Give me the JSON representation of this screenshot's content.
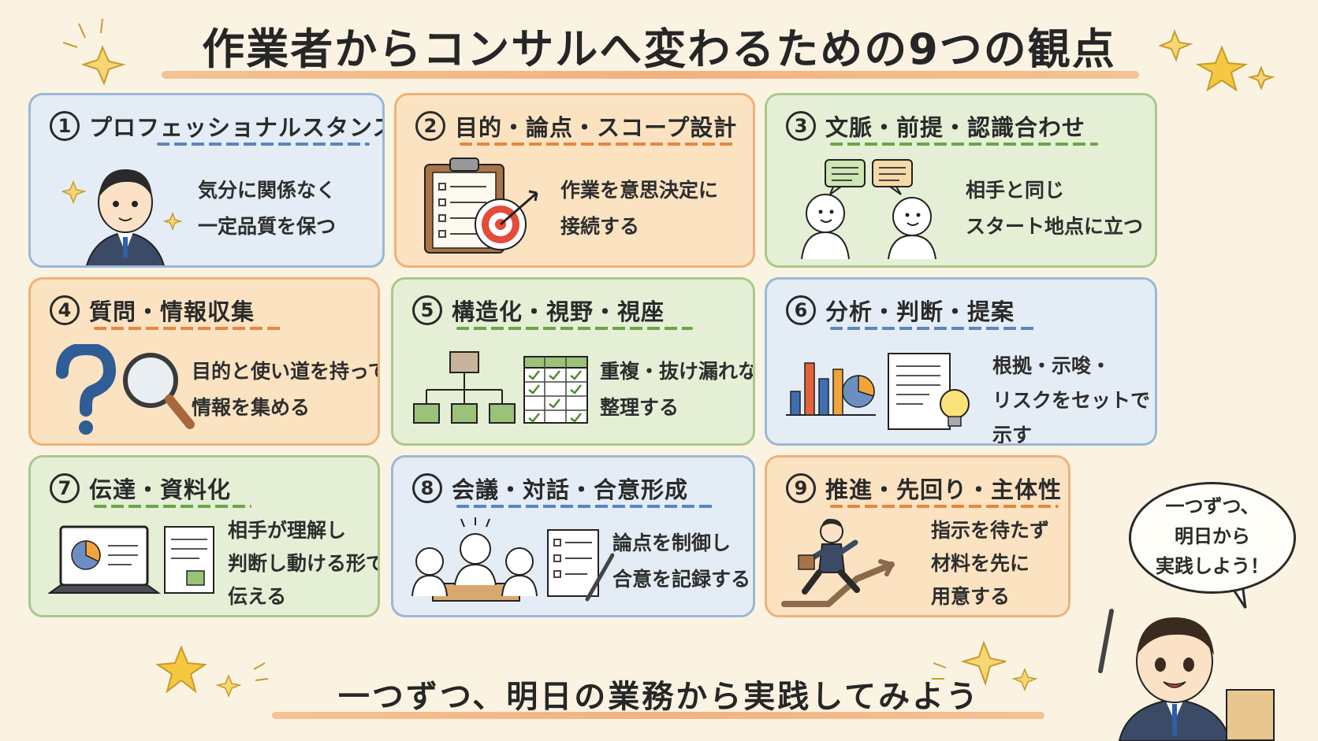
{
  "title": "作業者からコンサルへ変わるための9つの観点",
  "cards": [
    {
      "num": "1",
      "title": "プロフェッショナルスタンス",
      "lines": [
        "気分に関係なく",
        "一定品質を保つ"
      ]
    },
    {
      "num": "2",
      "title": "目的・論点・スコープ設計",
      "lines": [
        "作業を意思決定に",
        "接続する"
      ]
    },
    {
      "num": "3",
      "title": "文脈・前提・認識合わせ",
      "lines": [
        "相手と同じ",
        "スタート地点に立つ"
      ]
    },
    {
      "num": "4",
      "title": "質問・情報収集",
      "lines": [
        "目的と使い道を持って",
        "情報を集める"
      ]
    },
    {
      "num": "5",
      "title": "構造化・視野・視座",
      "lines": [
        "重複・抜け漏れなく",
        "整理する"
      ]
    },
    {
      "num": "6",
      "title": "分析・判断・提案",
      "lines": [
        "根拠・示唆・",
        "リスクをセットで",
        "示す"
      ]
    },
    {
      "num": "7",
      "title": "伝達・資料化",
      "lines": [
        "相手が理解し",
        "判断し動ける形で",
        "伝える"
      ]
    },
    {
      "num": "8",
      "title": "会議・対話・合意形成",
      "lines": [
        "論点を制御し",
        "合意を記録する"
      ]
    },
    {
      "num": "9",
      "title": "推進・先回り・主体性",
      "lines": [
        "指示を待たず",
        "材料を先に",
        "用意する"
      ]
    }
  ],
  "bubble": {
    "lines": [
      "一つずつ、",
      "明日から",
      "実践しよう！"
    ]
  },
  "footer": "一つずつ、明日の業務から実践してみよう",
  "colors": {
    "blue": "#e4edf5",
    "orange": "#fbe3c2",
    "green": "#e5efd6",
    "star": "#f5c842"
  }
}
